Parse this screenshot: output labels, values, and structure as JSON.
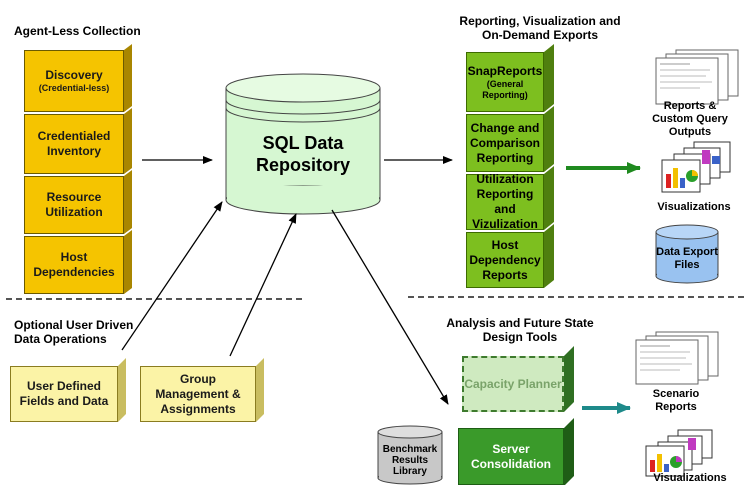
{
  "headings": {
    "agentless": "Agent-Less Collection",
    "reporting_line1": "Reporting, Visualization and",
    "reporting_line2": "On-Demand Exports",
    "optional_line1": "Optional User Driven",
    "optional_line2": "Data Operations",
    "analysis_line1": "Analysis and Future State",
    "analysis_line2": "Design Tools"
  },
  "collection_boxes": [
    {
      "line1": "Discovery",
      "line2": "",
      "sub": "(Credential-less)"
    },
    {
      "line1": "Credentialed",
      "line2": "Inventory",
      "sub": ""
    },
    {
      "line1": "Resource",
      "line2": "Utilization",
      "sub": ""
    },
    {
      "line1": "Host",
      "line2": "Dependencies",
      "sub": ""
    }
  ],
  "repository": {
    "line1": "SQL Data",
    "line2": "Repository"
  },
  "report_boxes": [
    {
      "line1": "SnapReports",
      "line2": "",
      "line3": "",
      "sub": "(General Reporting)"
    },
    {
      "line1": "Change and",
      "line2": "Comparison",
      "line3": "Reporting",
      "sub": ""
    },
    {
      "line1": "Utilization",
      "line2": "Reporting and",
      "line3": "Vizulization",
      "sub": ""
    },
    {
      "line1": "Host",
      "line2": "Dependency",
      "line3": "Reports",
      "sub": ""
    }
  ],
  "outputs": {
    "reports_line1": "Reports &",
    "reports_line2": "Custom Query",
    "reports_line3": "Outputs",
    "visualizations": "Visualizations",
    "export_line1": "Data Export",
    "export_line2": "Files"
  },
  "user_boxes": [
    {
      "line1": "User Defined",
      "line2": "Fields and Data",
      "line3": ""
    },
    {
      "line1": "Group",
      "line2": "Management &",
      "line3": "Assignments"
    }
  ],
  "analysis": {
    "capacity_planner": "Capacity Planner",
    "server_line1": "Server",
    "server_line2": "Consolidation",
    "benchmark_line1": "Benchmark",
    "benchmark_line2": "Results",
    "benchmark_line3": "Library",
    "scenario_line1": "Scenario",
    "scenario_line2": "Reports",
    "visualizations": "Visualizations"
  },
  "colors": {
    "gold": "#f5c400",
    "green": "#7dbf1f",
    "dark_green": "#3a9a2a",
    "repository": "#d6f7d2",
    "export_db": "#99c2f0",
    "teal_arrow": "#1e8a8a"
  }
}
